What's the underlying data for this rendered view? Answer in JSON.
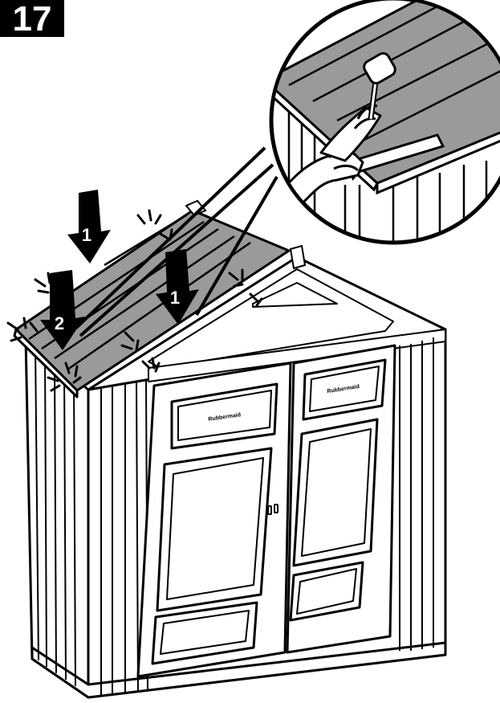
{
  "step": {
    "number": "17"
  },
  "arrows": [
    {
      "label": "1"
    },
    {
      "label": "2"
    },
    {
      "label": "1"
    }
  ],
  "doors": {
    "left_brand": "Rubbermaid",
    "right_brand": "Rubbermaid"
  },
  "colors": {
    "roof_fill": "#9a9a9a",
    "ink": "#000000",
    "paper": "#ffffff",
    "skin": "#ffffff"
  },
  "icons": {
    "mallet": "mallet-icon",
    "wood_block": "wood-block-icon",
    "impact": "impact-burst-icon"
  }
}
